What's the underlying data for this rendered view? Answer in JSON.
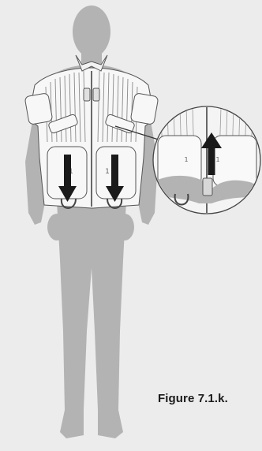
{
  "figure": {
    "caption": "Figure 7.1.k.",
    "panel_labels": {
      "left_pocket": "1",
      "right_pocket": "1",
      "inset_left_pocket": "1",
      "inset_right_pocket": "1"
    },
    "arrows": {
      "main": "down",
      "inset": "up"
    },
    "colors": {
      "background": "#ececec",
      "figure_fill": "#b3b3b3",
      "vest_fill": "#f7f7f7",
      "vest_stroke": "#555555",
      "arrow": "#1a1a1a"
    }
  }
}
